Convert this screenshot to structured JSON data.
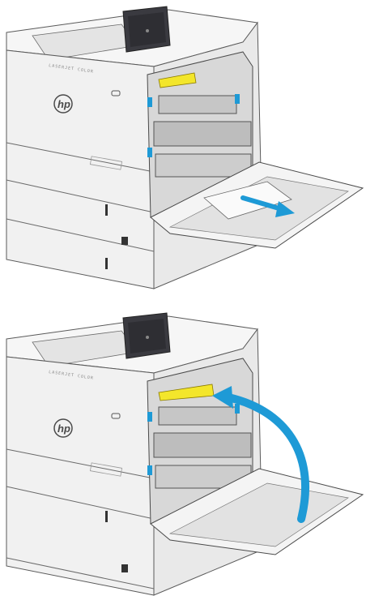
{
  "figure": {
    "brand_logo_text": "hp",
    "model_label": "LASERJET COLOR",
    "panels": [
      {
        "id": "step-1",
        "action": "pull-out-jammed-paper",
        "arrow_color": "#1e9ad6"
      },
      {
        "id": "step-2",
        "action": "close-right-door",
        "arrow_color": "#1e9ad6"
      }
    ],
    "colors": {
      "body": "#f1f1f1",
      "outline": "#5a5a5a",
      "fuser_yellow": "#f3e62b",
      "accent_blue": "#1e9ad6",
      "screen_dark": "#2e2e33"
    }
  }
}
